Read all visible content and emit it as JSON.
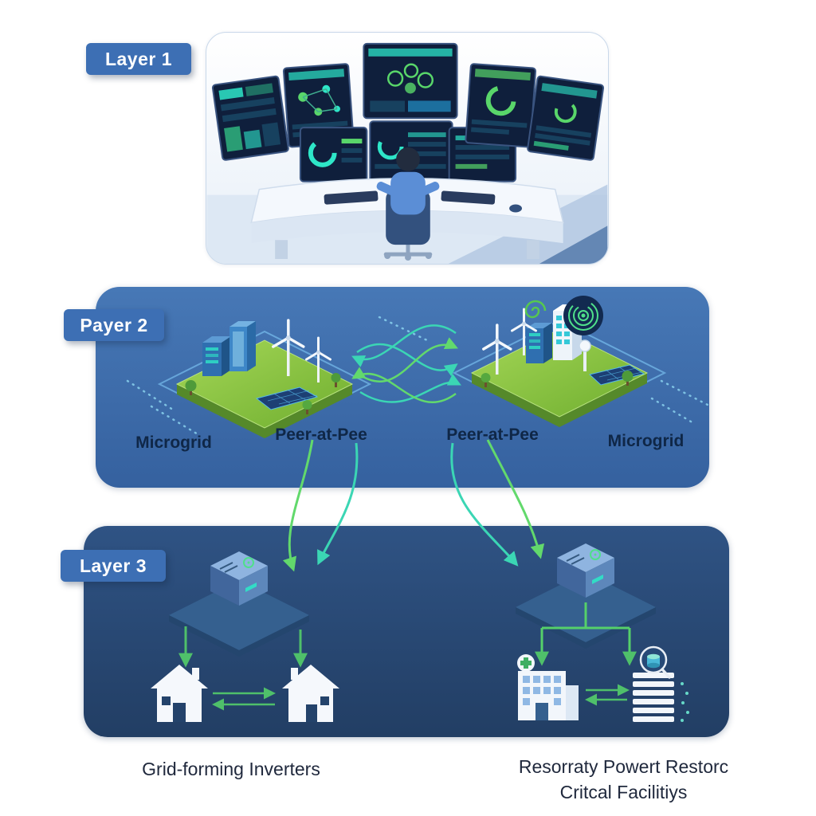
{
  "diagram": {
    "layer1": {
      "badge": "Layer 1"
    },
    "layer2": {
      "badge": "Payer 2",
      "label_microgrid_left": "Microgrid",
      "label_p2p_left": "Peer-at-Pee",
      "label_p2p_right": "Peer-at-Pee",
      "label_microgrid_right": "Microgrid"
    },
    "layer3": {
      "badge": "Layer 3",
      "caption_left": "Grid-forming Inverters",
      "caption_right_line1": "Resorraty Powert Restorc",
      "caption_right_line2": "Critcal Facilitiys"
    },
    "icons": {
      "control_room": "control-room-illustration",
      "radar": "radar-icon",
      "spiral": "spiral-icon",
      "wind_turbine": "wind-turbine-icon",
      "solar_panel": "solar-panel-icon",
      "building": "building-icon",
      "tree": "tree-icon",
      "inverter": "inverter-icon",
      "house": "house-icon",
      "hospital": "hospital-icon",
      "medical_cross": "medical-cross-icon",
      "server_rack": "server-rack-icon",
      "magnifier": "magnifier-icon"
    },
    "colors": {
      "layer2_bg": "#35619f",
      "layer2_bg_top": "#4778b6",
      "layer3_bg": "#223e64",
      "badge_bg": "#3d6fb4",
      "accent_teal": "#3bd6b4",
      "accent_green": "#62d96c",
      "island_green": "#8cc63f",
      "label_text": "#0f2747",
      "caption_text": "#20293d"
    }
  }
}
